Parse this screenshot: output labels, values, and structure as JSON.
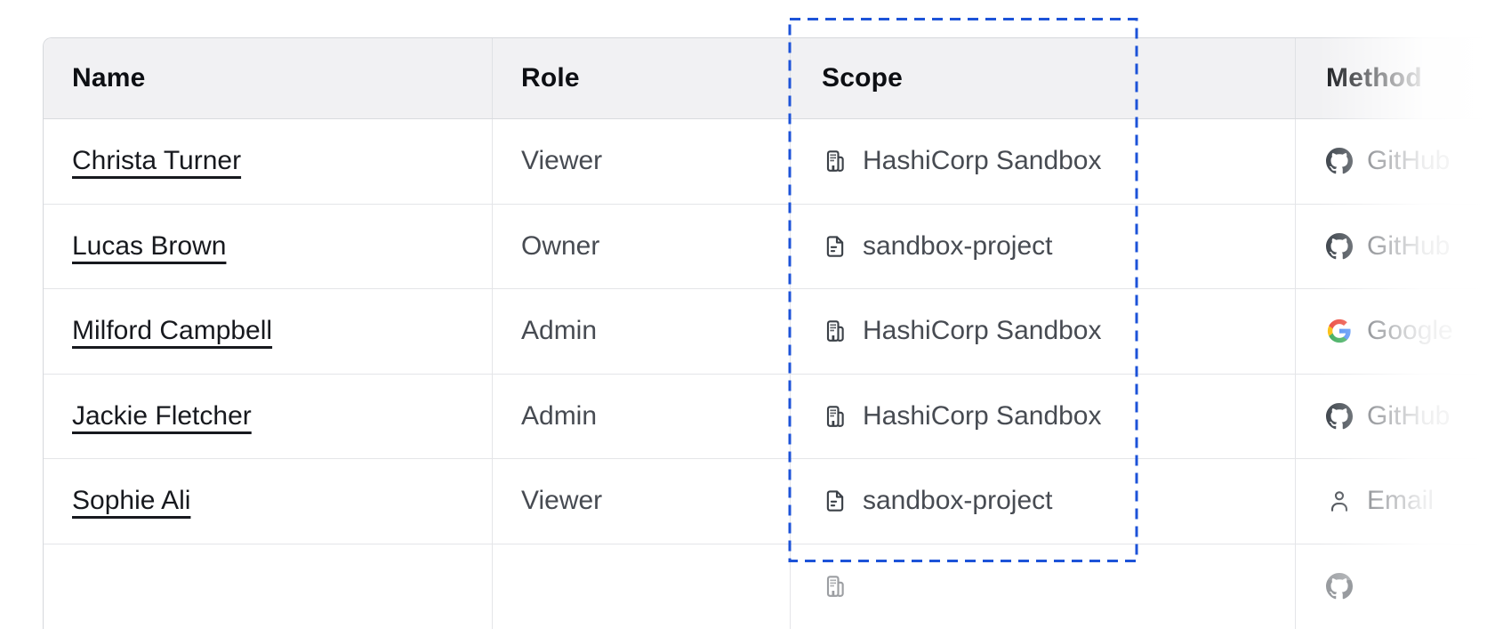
{
  "table": {
    "columns": [
      {
        "key": "name",
        "label": "Name"
      },
      {
        "key": "role",
        "label": "Role"
      },
      {
        "key": "scope",
        "label": "Scope"
      },
      {
        "key": "method",
        "label": "Method"
      }
    ],
    "rows": [
      {
        "name": "Christa Turner",
        "role": "Viewer",
        "scope": "HashiCorp Sandbox",
        "scope_icon": "organization-icon",
        "method": "GitHub",
        "method_icon": "github-icon"
      },
      {
        "name": "Lucas Brown",
        "role": "Owner",
        "scope": "sandbox-project",
        "scope_icon": "project-icon",
        "method": "GitHub",
        "method_icon": "github-icon"
      },
      {
        "name": "Milford Campbell",
        "role": "Admin",
        "scope": "HashiCorp Sandbox",
        "scope_icon": "organization-icon",
        "method": "Google",
        "method_icon": "google-icon"
      },
      {
        "name": "Jackie Fletcher",
        "role": "Admin",
        "scope": "HashiCorp Sandbox",
        "scope_icon": "organization-icon",
        "method": "GitHub",
        "method_icon": "github-icon"
      },
      {
        "name": "Sophie Ali",
        "role": "Viewer",
        "scope": "sandbox-project",
        "scope_icon": "project-icon",
        "method": "Email",
        "method_icon": "email-icon"
      }
    ],
    "partial_row": {
      "name": "",
      "role": "",
      "scope": "",
      "scope_icon": "organization-icon",
      "method": "",
      "method_icon": "github-icon"
    }
  },
  "highlight": {
    "target_column": "Scope",
    "border_color": "#1d53d8",
    "style": "dashed"
  },
  "colors": {
    "header_bg": "#f1f1f3",
    "header_text": "#0d0f13",
    "body_text": "#474b52",
    "link_text": "#17191e",
    "divider": "#e4e5e8",
    "outer_border": "#d6d8dc",
    "highlight_blue": "#1d53d8",
    "github_icon": "#333a42",
    "google_blue": "#4285F4",
    "google_green": "#34A853",
    "google_yellow": "#FBBC05",
    "google_red": "#EA4335"
  }
}
